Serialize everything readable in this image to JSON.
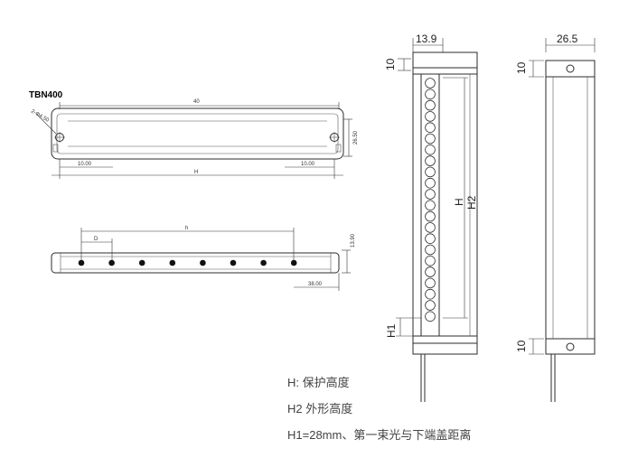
{
  "title": "TBN400",
  "left_top": {
    "dim_40": "40",
    "dim_10_left": "10.00",
    "dim_10_right": "10.00",
    "dim_h": "H",
    "dim_26_5": "26.50",
    "dim_hole": "2-Φ4.50"
  },
  "left_bottom": {
    "dim_h": "h",
    "dim_d": "D",
    "dim_13_9": "13.90",
    "dim_38": "38.00"
  },
  "front": {
    "dim_width": "13.9",
    "dim_top": "10",
    "dim_H": "H",
    "dim_H2": "H2",
    "dim_H1": "H1"
  },
  "side": {
    "dim_width": "26.5",
    "dim_top": "10",
    "dim_bottom": "10"
  },
  "legend": [
    "H: 保护高度",
    "H2  外形高度",
    "H1=28mm、第一束光与下端盖距离"
  ]
}
